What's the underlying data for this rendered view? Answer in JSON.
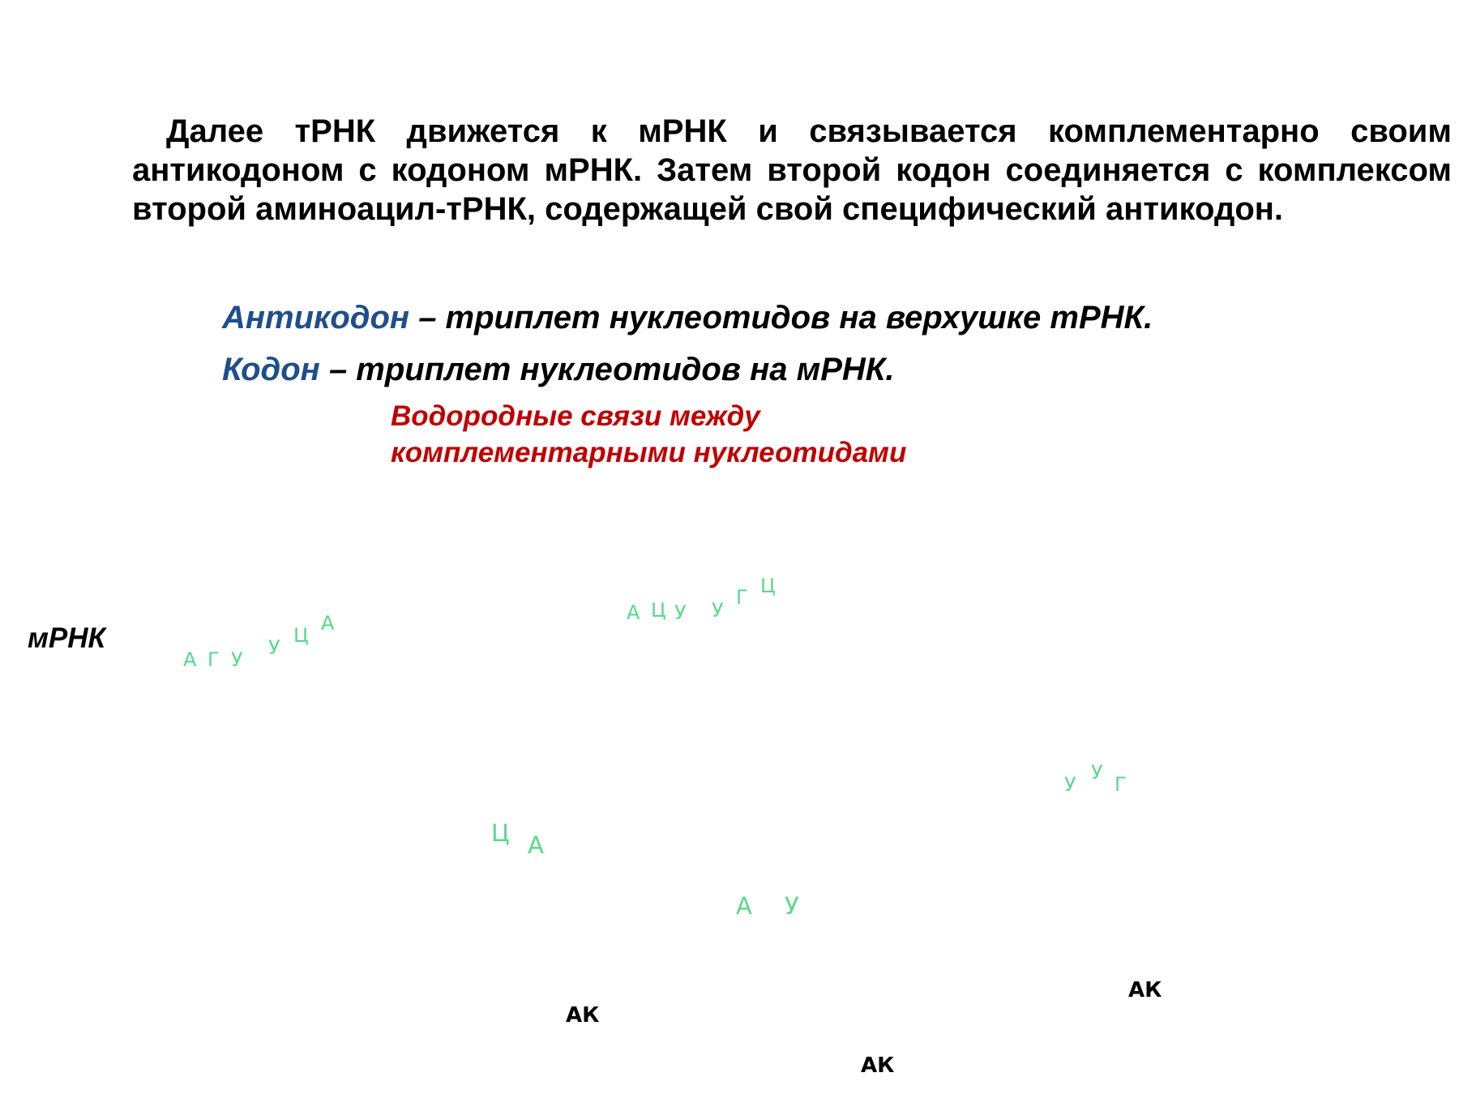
{
  "paragraph": "Далее тРНК движется к мРНК и связывается комплементарно своим антикодоном с кодоном мРНК. Затем второй кодон соединяется с комплексом второй аминоацил-тРНК, содержащей свой специфический антикодон.",
  "definitions": [
    {
      "term": "Антикодон",
      "text": " – триплет нуклеотидов на верхушке тРНК."
    },
    {
      "term": "Кодон",
      "text": " – триплет нуклеотидов на мРНК."
    }
  ],
  "hydrogen_bonds_label": {
    "line1": "Водородные связи между",
    "line2": "комплементарными нуклеотидами"
  },
  "mrna_label": "мРНК",
  "nucleotides": {
    "first_strand": [
      "А",
      "Г",
      "У",
      "У",
      "Ц",
      "А"
    ],
    "second_strand": [
      "А",
      "Ц",
      "У",
      "У",
      "Г",
      "Ц"
    ],
    "anticodon_left": [
      "Ц",
      "А"
    ],
    "anticodon_middle": [
      "А",
      "У"
    ],
    "anticodon_right": [
      "У",
      "У",
      "Г"
    ]
  },
  "amino_acid_labels": [
    "АК",
    "АК",
    "АК"
  ],
  "colors": {
    "term": "#1f4e8c",
    "hydrogen_bonds": "#c00000",
    "nucleotide": "#57d98a",
    "text": "#000000"
  }
}
